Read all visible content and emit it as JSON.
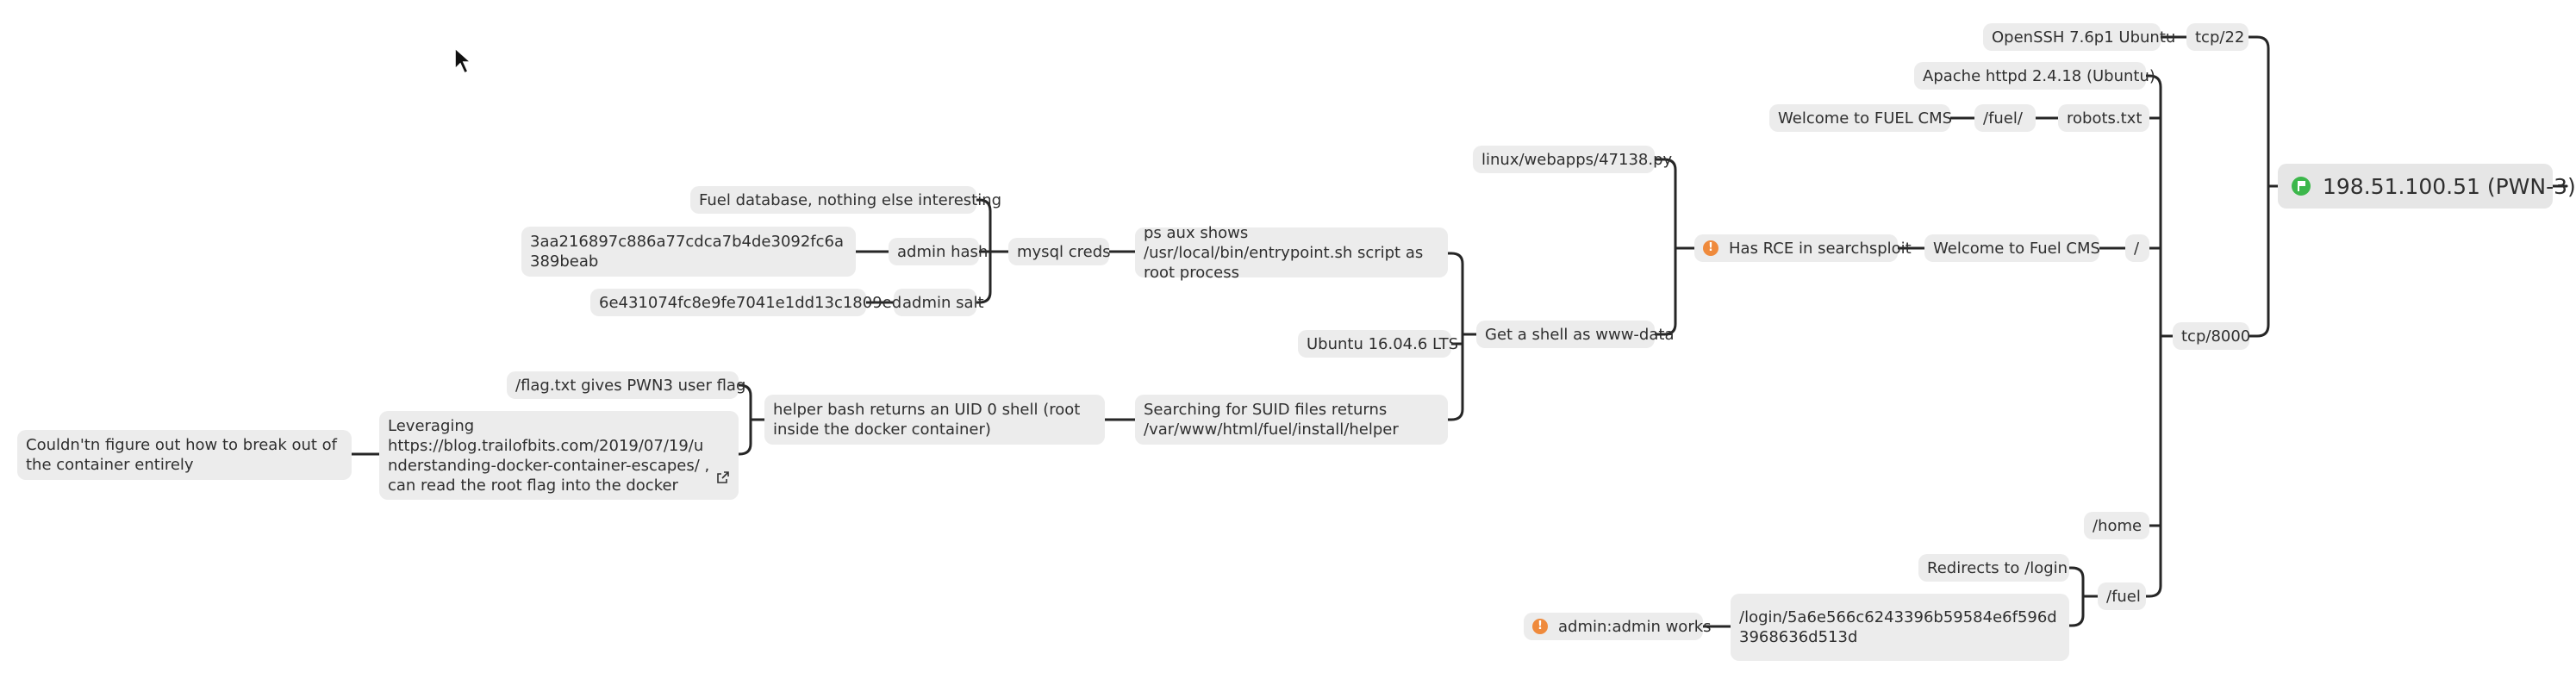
{
  "diagram": {
    "root": {
      "label": "198.51.100.51 (PWN-3)",
      "icon": "flag-icon"
    },
    "ports": {
      "tcp22": {
        "label": "tcp/22",
        "service": "OpenSSH 7.6p1 Ubuntu"
      },
      "tcp8000": {
        "label": "tcp/8000"
      }
    },
    "nodes": {
      "apache": "Apache httpd 2.4.18  (Ubuntu)",
      "robots": "robots.txt",
      "fuel_path": "/fuel/",
      "welcome_fuel_cms_caps": "Welcome to FUEL CMS",
      "slash": "/",
      "welcome_fuel_cms": "Welcome to Fuel CMS",
      "has_rce": "Has RCE in searchsploit",
      "exploit": "linux/webapps/47138.py",
      "shell": "Get a shell as www-data",
      "ubuntu_version": "Ubuntu 16.04.6 LTS",
      "ps_aux": "ps aux shows /usr/local/bin/entrypoint.sh script as root process",
      "mysql_creds": "mysql creds",
      "fuel_db": "Fuel database, nothing else interesting",
      "admin_hash": "admin hash",
      "hash_value": "3aa216897c886a77cdca7b4de3092fc6a389beab",
      "admin_salt": "admin salt",
      "salt_value": "6e431074fc8e9fe7041e1dd13c1809ed",
      "suid": "Searching for SUID files returns /var/www/html/fuel/install/helper",
      "helper_shell": "helper bash returns an UID 0 shell (root inside the docker container)",
      "flag_txt": "/flag.txt gives PWN3 user flag",
      "leveraging": "Leveraging https://blog.trailofbits.com/2019/07/19/understanding-docker-container-escapes/ , can read the root flag into the docker",
      "couldnt_break": "Couldn'tn figure out how to break out of the container entirely",
      "home": "/home",
      "fuel_dir": "/fuel",
      "redirects": "Redirects to  /login",
      "login_hash": "/login/5a6e566c6243396b59584e6f596d3968636d513d",
      "admin_admin": "admin:admin works"
    },
    "colors": {
      "node_bg": "#ececec",
      "edge": "#262626",
      "alert": "#ef8a3c",
      "flag": "#3cb74b"
    }
  }
}
